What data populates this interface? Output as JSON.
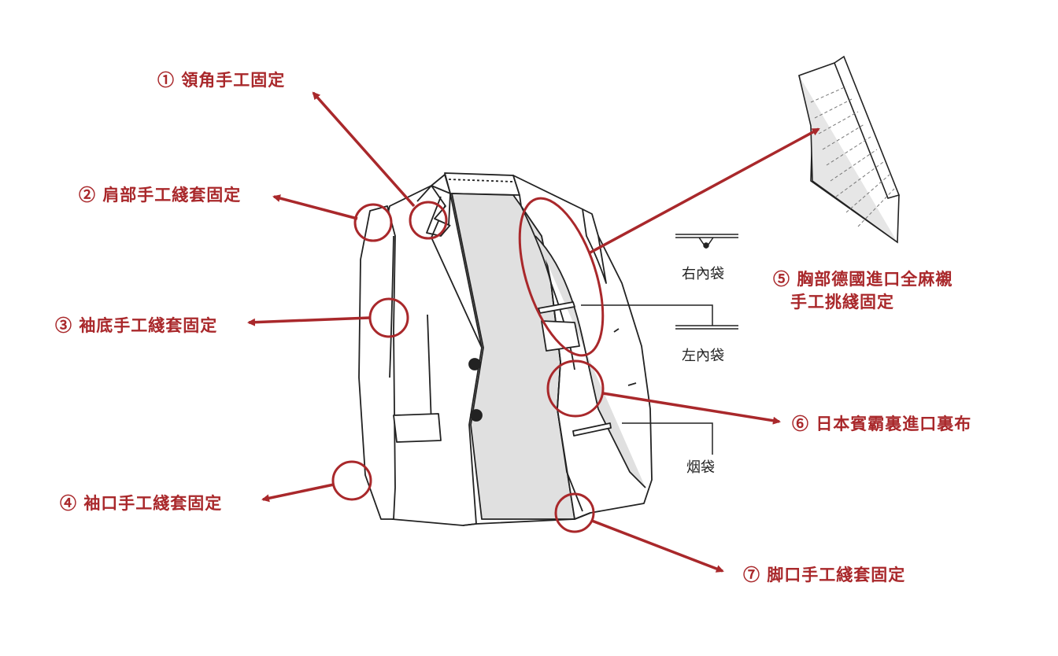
{
  "colors": {
    "accent": "#a9282b",
    "lining": "#e0e0e0",
    "line": "#222222"
  },
  "callouts": [
    {
      "num": "①",
      "text": "領角手工固定"
    },
    {
      "num": "②",
      "text": "肩部手工綫套固定"
    },
    {
      "num": "③",
      "text": "袖底手工綫套固定"
    },
    {
      "num": "④",
      "text": "袖口手工綫套固定"
    },
    {
      "num": "⑤",
      "text": "胸部德國進口全麻襯",
      "text2": "手工挑綫固定"
    },
    {
      "num": "⑥",
      "text": "日本賓霸裏進口裏布"
    },
    {
      "num": "⑦",
      "text": "脚口手工綫套固定"
    }
  ],
  "pockets": {
    "right_inner": "右內袋",
    "left_inner": "左內袋",
    "cigarette": "烟袋"
  }
}
